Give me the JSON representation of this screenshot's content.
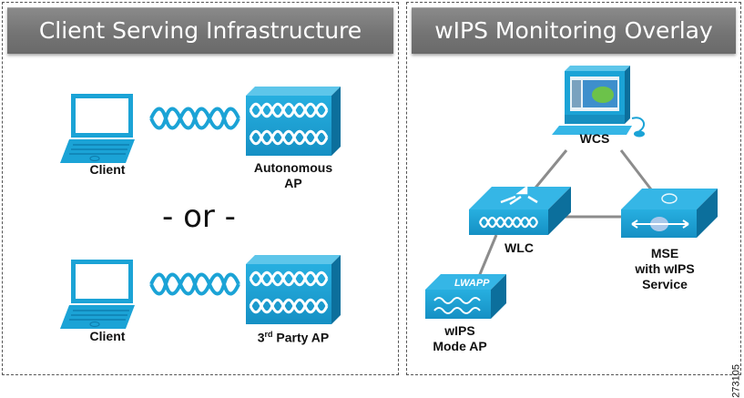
{
  "left_panel": {
    "title": "Client Serving Infrastructure",
    "top_row": {
      "client_label": "Client",
      "ap_label_line1": "Autonomous",
      "ap_label_line2": "AP"
    },
    "separator": "- or -",
    "bottom_row": {
      "client_label": "Client",
      "ap_label_prefix": "3",
      "ap_label_sup": "rd",
      "ap_label_suffix": " Party AP"
    }
  },
  "right_panel": {
    "title": "wIPS Monitoring Overlay",
    "nodes": {
      "wcs": {
        "label": "WCS"
      },
      "wlc": {
        "label": "WLC"
      },
      "mse": {
        "label_line1": "MSE",
        "label_line2": "with wIPS",
        "label_line3": "Service"
      },
      "ap": {
        "label_line1": "wIPS",
        "label_line2": "Mode AP",
        "badge": "LWAPP"
      }
    }
  },
  "figure_id": "273105",
  "colors": {
    "device_blue": "#1ba3d6",
    "device_dark": "#0f7fb0",
    "banner_gray": "#767676",
    "link_gray": "#8c8c8c"
  }
}
